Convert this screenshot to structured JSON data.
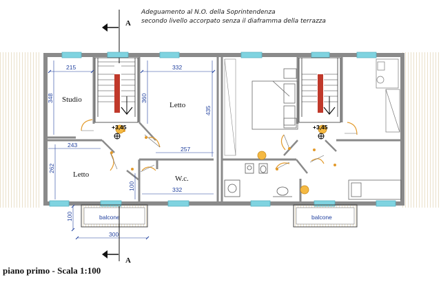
{
  "notes": {
    "line1": "Adeguamento al N.O. della Soprintendenza",
    "line2": "secondo livello accorpato senza il diaframma della terrazza"
  },
  "section_marker": {
    "label": "A"
  },
  "rooms": {
    "studio": "Studio",
    "letto_top": "Letto",
    "letto_bottom": "Letto",
    "wc": "W.c."
  },
  "levels": {
    "left": "+3,45",
    "right": "+3,45"
  },
  "balconies": {
    "left": "balcone",
    "right": "balcone"
  },
  "dimensions": {
    "d215": "215",
    "d332_top": "332",
    "d348": "348",
    "d360": "360",
    "d435": "435",
    "d243": "243",
    "d257": "257",
    "d262": "262",
    "d100_wall": "100",
    "d332_bottom": "332",
    "d100_balcony": "100",
    "d300": "300"
  },
  "caption": "piano primo - Scala 1:100",
  "colors": {
    "wall": "#8a8a8a",
    "window": "#7fd3e0",
    "dimension": "#1f3f9e",
    "door": "#e39a2a",
    "stair": "#c0392b",
    "hatch": "#d8c49a"
  }
}
